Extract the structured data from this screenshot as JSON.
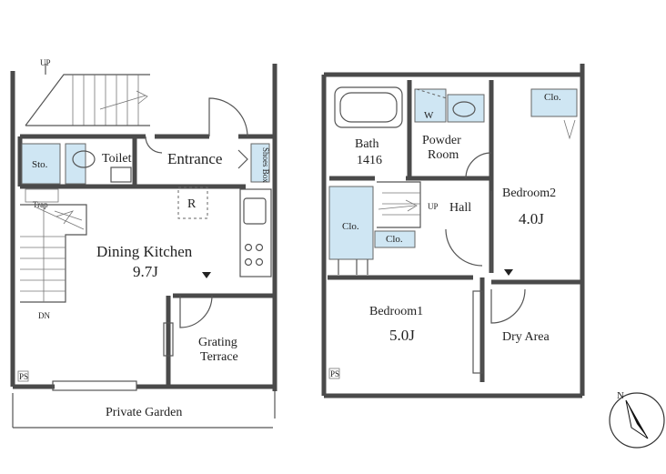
{
  "labels": {
    "up_top": "UP",
    "sto": "Sto.",
    "toilet": "Toilet",
    "entrance": "Entrance",
    "shoes_box": "Shoes Box",
    "trap": "Trap",
    "r": "R",
    "dining_kitchen": "Dining Kitchen",
    "dining_kitchen_size": "9.7J",
    "dn": "DN",
    "grating_terrace_1": "Grating",
    "grating_terrace_2": "Terrace",
    "ps_left": "PS",
    "private_garden": "Private Garden",
    "w": "W",
    "clo_tr": "Clo.",
    "bath": "Bath",
    "bath_code": "1416",
    "powder_room_1": "Powder",
    "powder_room_2": "Room",
    "up_hall": "UP",
    "hall": "Hall",
    "clo_left": "Clo.",
    "clo_small": "Clo.",
    "bedroom2": "Bedroom2",
    "bedroom2_size": "4.0J",
    "bedroom1": "Bedroom1",
    "bedroom1_size": "5.0J",
    "dry_area": "Dry Area",
    "ps_right": "PS",
    "north": "N"
  },
  "colors": {
    "wall": "#4a4a4a",
    "closet_fill": "#cfe6f3",
    "text": "#222222"
  }
}
